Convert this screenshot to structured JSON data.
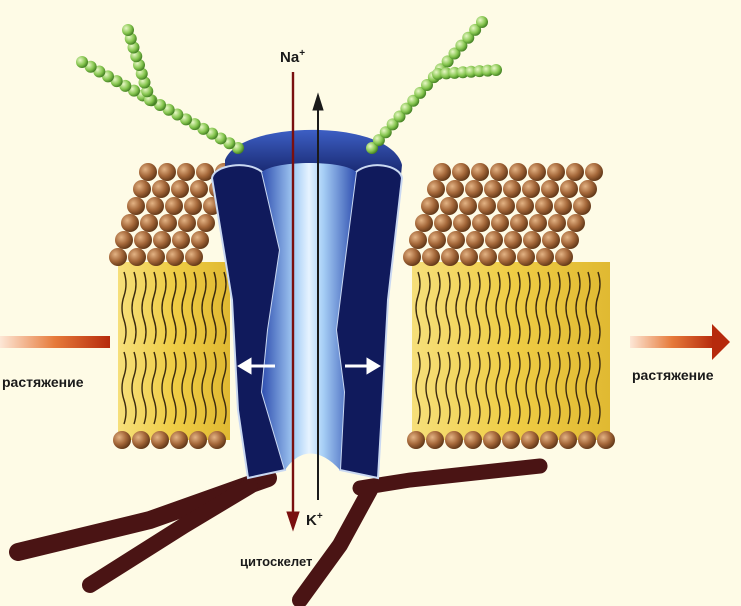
{
  "labels": {
    "sodium_ion": "Na",
    "sodium_charge": "+",
    "potassium_ion": "K",
    "potassium_charge": "+",
    "stretch_left": "растяжение",
    "stretch_right": "растяжение",
    "cytoskeleton": "цитоскелет"
  },
  "colors": {
    "background": "#fefbe6",
    "lipid_head": "#a56a3a",
    "lipid_tail_band": "#f2d65c",
    "channel_protein": "#101a5c",
    "channel_pore": "#7fb0e8",
    "glycan_chain": "#8ccf55",
    "cytoskeleton_fiber": "#4a1414",
    "stretch_arrow": "#c43a12",
    "ion_arrows": "#7a0f0f"
  },
  "icons": {
    "stretch_arrow_left": "arrow-right-icon",
    "stretch_arrow_right": "arrow-right-icon"
  }
}
